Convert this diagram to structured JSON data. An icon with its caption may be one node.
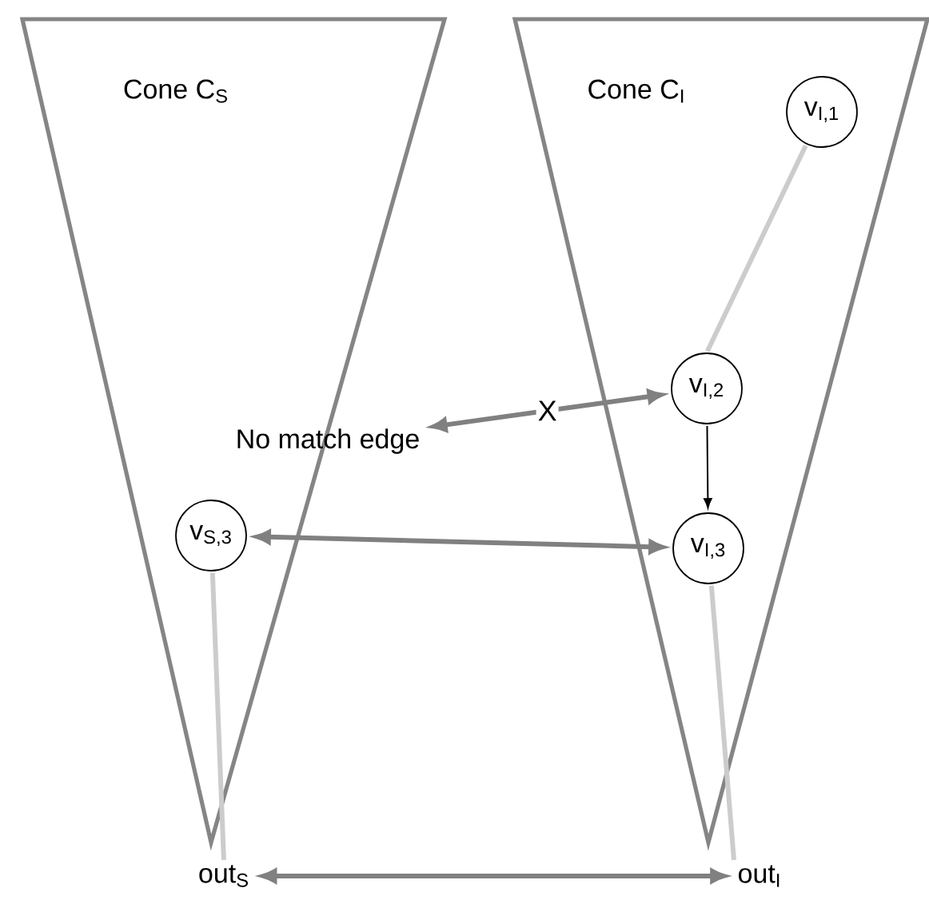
{
  "diagram": {
    "nodes": [
      {
        "text": [
          "Cone C$_{S}$"
        ]
      },
      {
        "text": [
          "Cone C$_{I}$"
        ]
      },
      {
        "text": [
          "v$_{I,1}$"
        ],
        "in": 1
      },
      {
        "text": [
          "v$_{I,2}$"
        ],
        "in": 1
      },
      {
        "text": [
          "No match edge"
        ]
      },
      {
        "text": [
          "v$_{S,3}$"
        ],
        "in": 0
      },
      {
        "text": [
          "v$_{I,3}$"
        ],
        "in": 1
      },
      {
        "text": [
          "out$_{S}$"
        ]
      },
      {
        "text": [
          "out$_{I}$"
        ]
      }
    ],
    "edges": [
      {
        "from": 2,
        "to": 3,
        "arrow": "none",
        "color": "#cccccc"
      },
      {
        "from": 3,
        "to": 6,
        "arrow": "to",
        "color": "#000000"
      },
      {
        "from": 4,
        "to": 3,
        "arrow": "both",
        "label": "X"
      },
      {
        "from": 5,
        "to": 6,
        "arrow": "both"
      },
      {
        "from": 5,
        "to": 7,
        "arrow": "none",
        "color": "#cccccc"
      },
      {
        "from": 6,
        "to": 8,
        "arrow": "none",
        "color": "#cccccc"
      },
      {
        "from": 7,
        "to": 8,
        "arrow": "both"
      }
    ]
  }
}
